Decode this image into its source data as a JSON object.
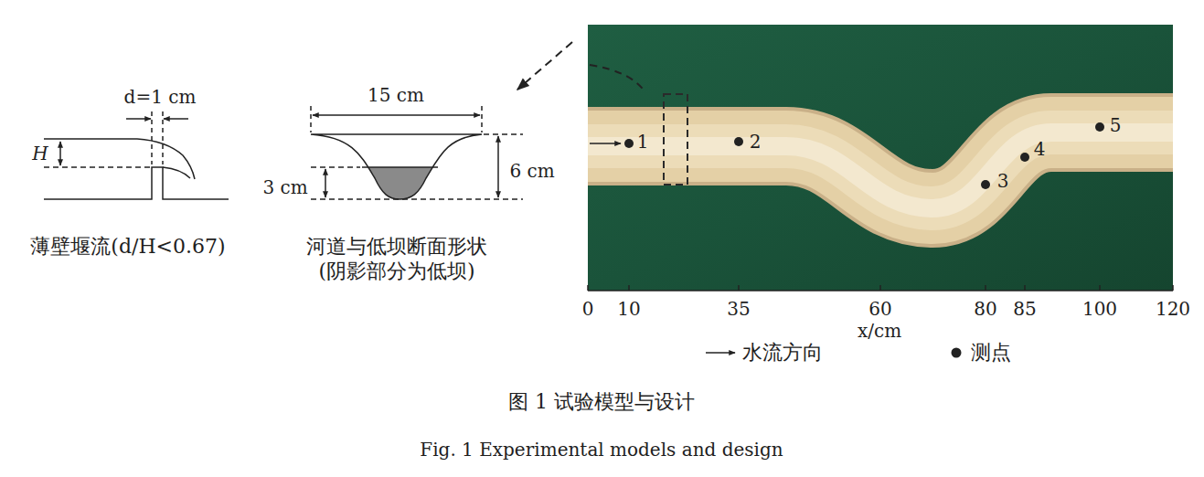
{
  "diagram": {
    "caption": "图 1 试验模型与设计",
    "labels": [
      "d=1 cm",
      "H",
      "薄壁堰流(d/H<0.67)",
      "15 cm",
      "3 cm",
      "6 cm",
      "河道与低坝断面形状",
      "(阴影部分为低坝)",
      "1",
      "2",
      "3",
      "4",
      "5",
      "0",
      "10",
      "35",
      "60",
      "80",
      "85",
      "100",
      "120",
      "x/cm",
      "Fig. 1 Experimental models and design"
    ],
    "legend": [
      {
        "text": "水流方向"
      },
      {
        "text": "测点"
      }
    ]
  }
}
